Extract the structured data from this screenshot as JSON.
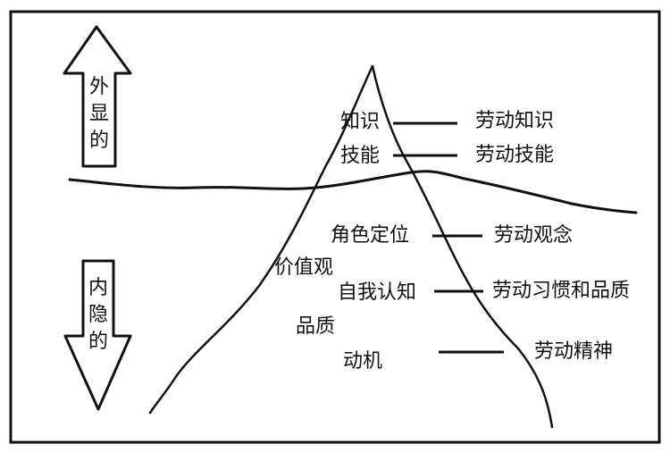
{
  "arrows": {
    "top": [
      "外",
      "显",
      "的"
    ],
    "bottom": [
      "内",
      "隐",
      "的"
    ]
  },
  "iceberg_labels": {
    "knowledge": "知识",
    "skill": "技能",
    "role": "角色定位",
    "values": "价值观",
    "self_awareness": "自我认知",
    "quality": "品质",
    "motive": "动机"
  },
  "labor_labels": {
    "knowledge": "劳动知识",
    "skill": "劳动技能",
    "concept": "劳动观念",
    "habit_quality": "劳动习惯和品质",
    "spirit": "劳动精神"
  },
  "colors": {
    "stroke": "#111111",
    "background": "#ffffff"
  }
}
